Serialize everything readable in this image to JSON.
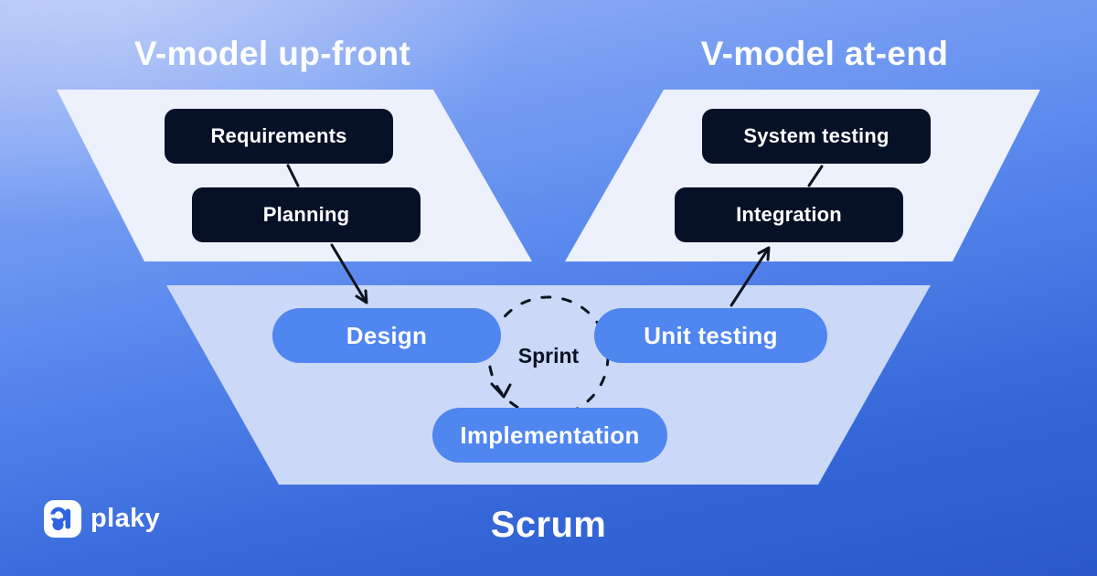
{
  "vmodel_upfront": {
    "title": "V-model up-front",
    "boxes": [
      "Requirements",
      "Planning"
    ]
  },
  "vmodel_atend": {
    "title": "V-model at-end",
    "boxes": [
      "System testing",
      "Integration"
    ]
  },
  "scrum": {
    "pills": [
      "Design",
      "Unit testing",
      "Implementation"
    ],
    "sprint": "Sprint",
    "label": "Scrum"
  },
  "brand": {
    "name": "plaky",
    "logo_icon": "plaky-logo"
  },
  "colors": {
    "background_top": "#9FB4F2",
    "background_bottom": "#2A58C8",
    "panel_top_light": "#ECF1FB",
    "panel_bottom_light": "#CBD8F7",
    "pill_blue": "#4F86F0",
    "box_navy": "#061027",
    "connector_ink": "#0D1321",
    "text_white": "#FFFFFF",
    "brand_blue": "#2D63DE"
  }
}
